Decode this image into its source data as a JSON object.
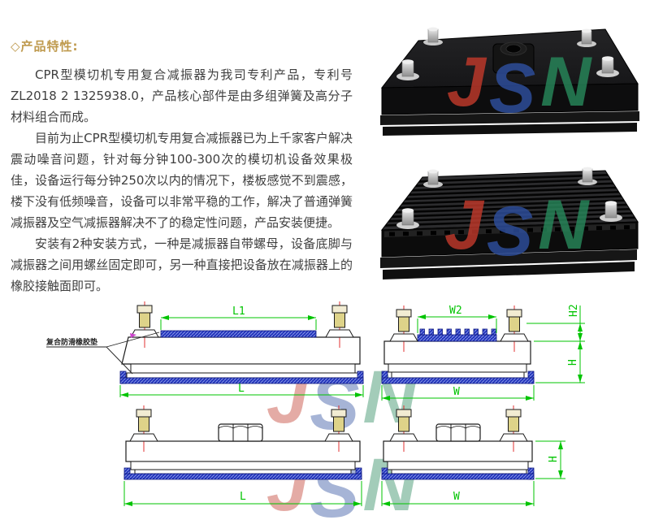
{
  "features": {
    "title": "◇产品特性:",
    "paragraphs": [
      "CPR型模切机专用复合减振器为我司专利产品，专利号ZL2018 2 1325938.0，产品核心部件是由多组弹簧及高分子材料组合而成。",
      "目前为止CPR型模切机专用复合减振器已为上千家客户解决震动噪音问题，针对每分钟100-300次的模切机设备效果极佳，设备运行每分钟250次以内的情况下，楼板感觉不到震感，楼下没有低频噪音，设备可以非常平稳的工作，解决了普通弹簧减振器及空气减振器解决不了的稳定性问题，产品安装便捷。",
      "安装有2种安装方式，一种是减振器自带螺母，设备底脚与减振器之间用螺丝固定即可，另一种直接把设备放在减振器上的橡胶接触面即可。"
    ],
    "title_color": "#bf9a4e"
  },
  "watermark": {
    "j": "J",
    "s": "S",
    "n": "N",
    "j_color": "#c0392b",
    "s_color": "#2e4f9e",
    "n_color": "#27875a"
  },
  "drawings": {
    "pad_callout": "复合防滑橡胶垫",
    "labels": {
      "l1": "L1",
      "l": "L",
      "w2": "W2",
      "w": "W",
      "h": "H",
      "h2": "H2"
    },
    "colors": {
      "dimension": "#00c400",
      "rubber": "#2233bb",
      "centerline": "#e03030",
      "bolt": "#ded389",
      "outline": "#1a1a1a"
    }
  }
}
